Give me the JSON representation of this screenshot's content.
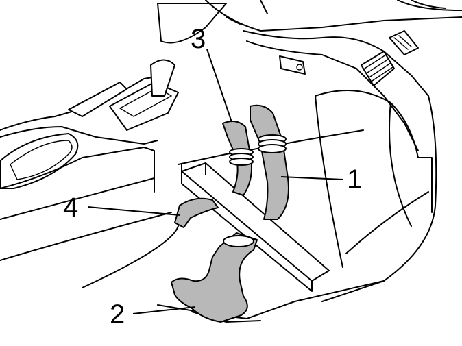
{
  "callouts": [
    {
      "id": "1",
      "text": "1"
    },
    {
      "id": "2",
      "text": "2"
    },
    {
      "id": "3",
      "text": "3"
    },
    {
      "id": "4",
      "text": "4"
    }
  ],
  "colors": {
    "line": "#000000",
    "duct_fill": "#b8b8b8",
    "background": "#ffffff"
  }
}
